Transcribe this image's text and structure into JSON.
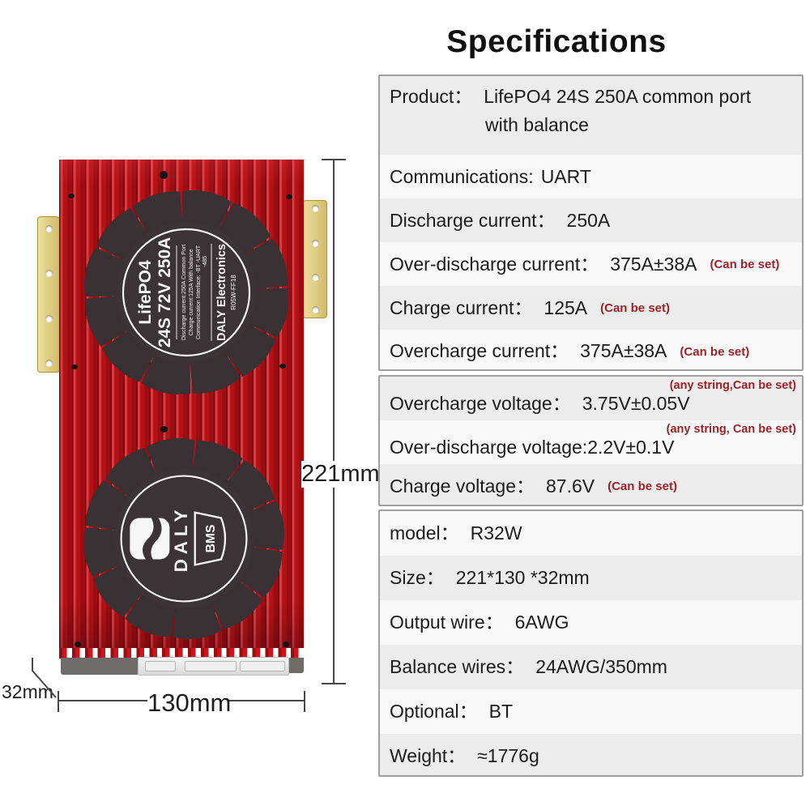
{
  "title": "Specifications",
  "colors": {
    "body_red": "#b21318",
    "gold_tab": "#dcc878",
    "fan_dark": "#3b3335",
    "note_red": "#9b2226",
    "row_gray": "#ececec",
    "row_light": "#f8f8f8"
  },
  "device": {
    "dim_height": "221mm",
    "dim_width": "130mm",
    "dim_depth": "32mm",
    "fan_top": {
      "product": "LifePO4",
      "spec": "24S 72V 250A",
      "small_line1": "Discharge current:250A    Common Port",
      "small_line2": "Charge current:125A        With balance",
      "small_line3": "Communication Interface:  -BT  -UART",
      "small_line4": "-485",
      "brand": "DALY Electronics",
      "code": "R05W-FF18"
    },
    "fan_bottom": {
      "daly": "DALY",
      "bms": "BMS"
    }
  },
  "spec_sections": [
    {
      "rows": [
        {
          "label": "Product：",
          "value": "LifePO4 24S 250A common port",
          "value2": "with balance"
        },
        {
          "label": "Communications:",
          "value": "UART"
        },
        {
          "label": "Discharge current：",
          "value": "250A"
        },
        {
          "label": "Over-discharge current：",
          "value": "375A±38A",
          "note": "(Can be set)"
        },
        {
          "label": "Charge current：",
          "value": "125A",
          "note": "(Can be set)"
        },
        {
          "label": "Overcharge current：",
          "value": "375A±38A",
          "note": "(Can be set)"
        }
      ]
    },
    {
      "rows": [
        {
          "label": "Overcharge voltage：",
          "value": "3.75V±0.05V",
          "topnote": "(any string,Can be set)"
        },
        {
          "label": "Over-discharge voltage:",
          "value": "2.2V±0.1V",
          "topnote": "(any string, Can be set)"
        },
        {
          "label": "Charge voltage：",
          "value": "87.6V",
          "note": "(Can be set)"
        }
      ]
    },
    {
      "rows": [
        {
          "label": "model：",
          "value": "R32W"
        },
        {
          "label": "Size：",
          "value": "221*130 *32mm"
        },
        {
          "label": "Output wire：",
          "value": "6AWG"
        },
        {
          "label": "Balance wires：",
          "value": "24AWG/350mm"
        },
        {
          "label": "Optional：",
          "value": "BT"
        },
        {
          "label": "Weight：",
          "value": "≈1776g"
        }
      ]
    }
  ]
}
